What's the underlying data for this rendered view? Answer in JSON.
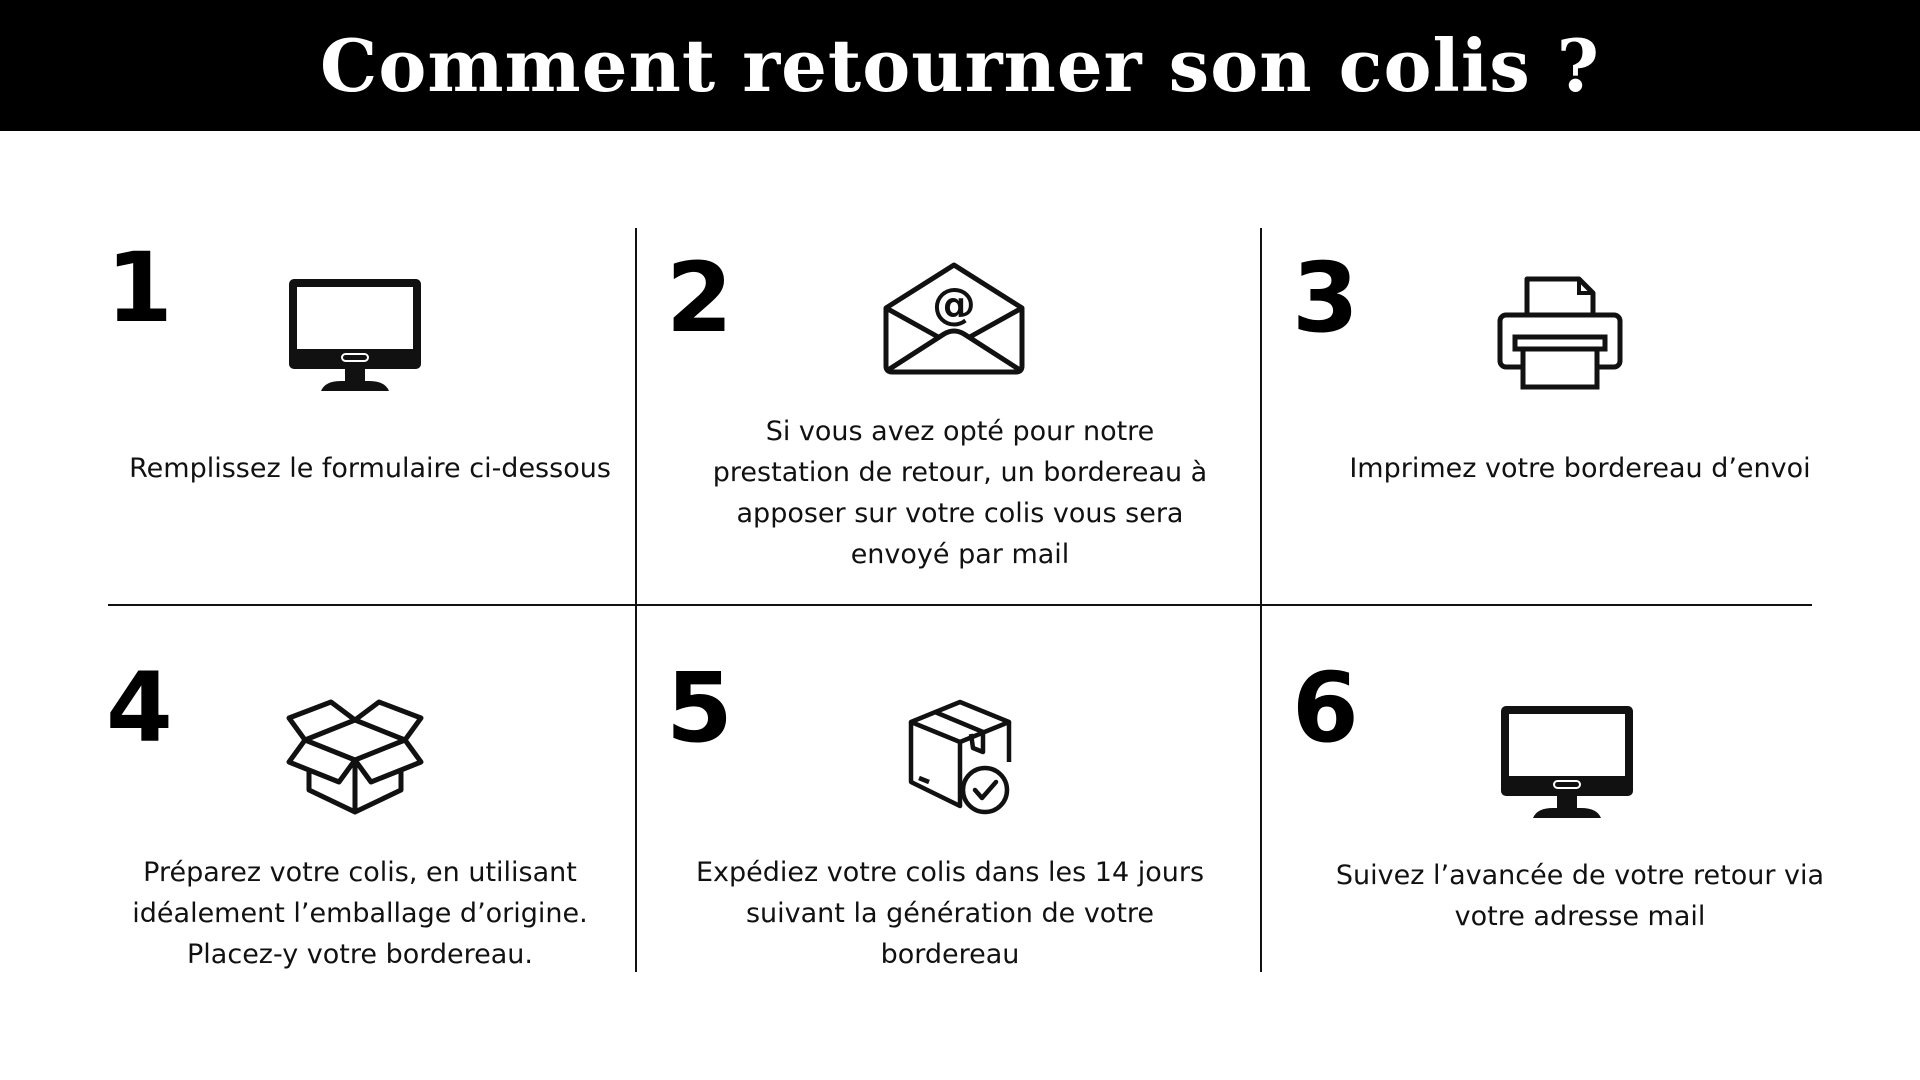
{
  "header": {
    "title": "Comment retourner son colis ?"
  },
  "steps": [
    {
      "number": "1",
      "icon": "computer-monitor-icon",
      "text": "Remplissez le formulaire ci-dessous"
    },
    {
      "number": "2",
      "icon": "email-envelope-icon",
      "text": "Si vous avez opté pour notre prestation de retour, un bordereau à apposer sur votre colis vous sera envoyé par mail"
    },
    {
      "number": "3",
      "icon": "printer-icon",
      "text": "Imprimez votre bordereau d’envoi"
    },
    {
      "number": "4",
      "icon": "open-box-icon",
      "text": "Préparez votre colis, en utilisant idéalement l’emballage d’origine. Placez-y votre bordereau."
    },
    {
      "number": "5",
      "icon": "package-check-icon",
      "text": "Expédiez votre colis dans les 14 jours suivant la génération de votre bordereau"
    },
    {
      "number": "6",
      "icon": "computer-monitor-icon",
      "text": "Suivez l’avancée de votre retour via votre adresse mail"
    }
  ],
  "colors": {
    "header_background": "#000000",
    "header_text": "#ffffff",
    "text": "#111111",
    "lines": "#111111"
  }
}
